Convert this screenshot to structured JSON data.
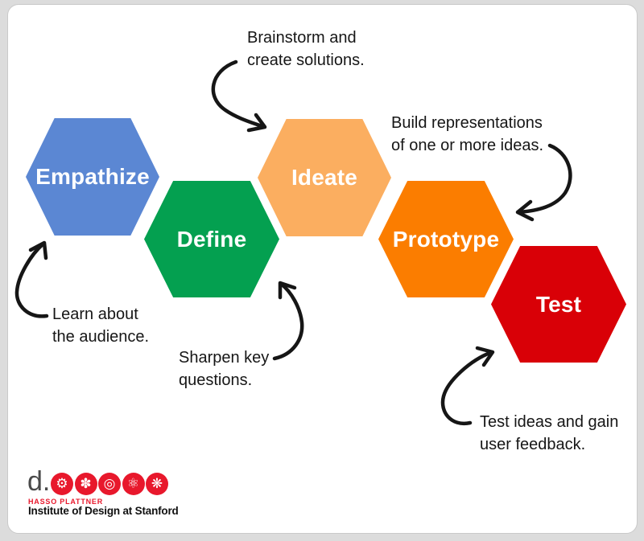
{
  "colors": {
    "page_background": "#DCDCDC",
    "card_background": "#FFFFFF",
    "card_border": "#C9C9C9",
    "ink": "#161616"
  },
  "hexagons": [
    {
      "label": "Empathize",
      "color": "#5B87D3"
    },
    {
      "label": "Define",
      "color": "#04A050"
    },
    {
      "label": "Ideate",
      "color": "#FBAE60"
    },
    {
      "label": "Prototype",
      "color": "#FB7D00"
    },
    {
      "label": "Test",
      "color": "#D90007"
    }
  ],
  "annotations": [
    {
      "lines": [
        "Brainstorm and",
        "create solutions."
      ]
    },
    {
      "lines": [
        "Build representations",
        "of one or more ideas."
      ]
    },
    {
      "lines": [
        "Learn about",
        "the audience."
      ]
    },
    {
      "lines": [
        "Sharpen key",
        "questions."
      ]
    },
    {
      "lines": [
        "Test ideas and gain",
        "user feedback."
      ]
    }
  ],
  "logo": {
    "d_mark": "d.",
    "d_color": "#4A4A4A",
    "circle_color": "#E8182C",
    "icons": [
      {
        "name": "gear",
        "glyph": "⚙"
      },
      {
        "name": "dot-cluster",
        "glyph": "✽"
      },
      {
        "name": "concentric-rings",
        "glyph": "◎"
      },
      {
        "name": "trefoil-knot",
        "glyph": "⚛"
      },
      {
        "name": "snowflake",
        "glyph": "❋"
      }
    ],
    "subtitle_small": "HASSO PLATTNER",
    "subtitle": "Institute of Design at Stanford"
  }
}
